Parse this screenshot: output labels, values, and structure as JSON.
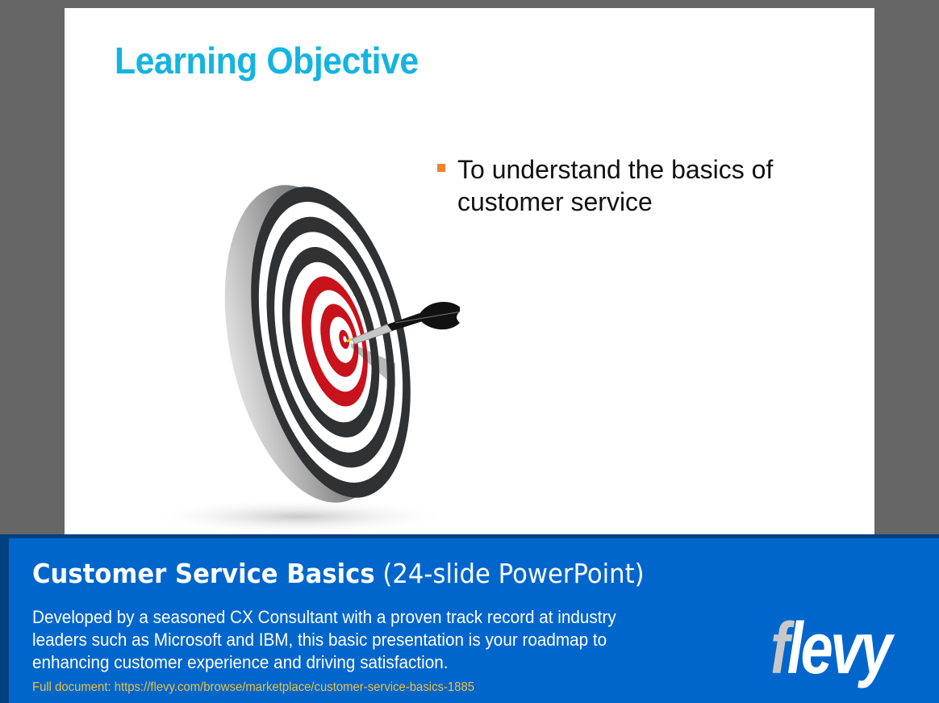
{
  "slide": {
    "title": "Learning Objective",
    "bullets": [
      {
        "text": "To understand the basics of customer service"
      }
    ],
    "image": {
      "icon": "dartboard-with-dart-icon",
      "ring_colors": [
        "#2f3133",
        "#ffffff",
        "#c8121c"
      ]
    },
    "colors": {
      "title": "#14b4e0",
      "bullet_marker": "#f5822a"
    }
  },
  "banner": {
    "title_bold": "Customer Service Basics",
    "title_light": "(24-slide PowerPoint)",
    "description": "Developed by a seasoned CX Consultant with a proven track record at industry leaders such as Microsoft and IBM, this basic presentation is your roadmap to enhancing customer experience and driving satisfaction.",
    "link_label": "Full document: https://flevy.com/browse/marketplace/customer-service-basics-1885",
    "logo": {
      "first": "f",
      "rest": "levy"
    },
    "colors": {
      "background": "#0066cc",
      "border": "#003f80",
      "link": "#f0c040"
    }
  }
}
